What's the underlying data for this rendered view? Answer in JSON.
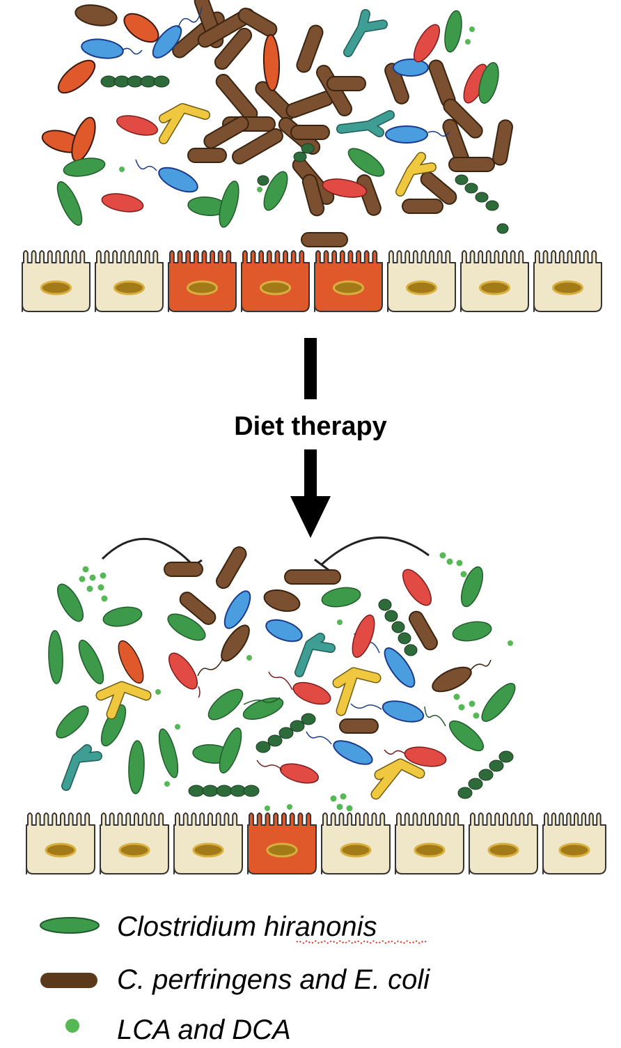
{
  "step_label": "Diet therapy",
  "legend": [
    {
      "icon": "green-ellipse-icon",
      "label": "Clostridium hiranonis",
      "color": "#3d9a4a"
    },
    {
      "icon": "brown-rod-icon",
      "label": "C. perfringens and E. coli",
      "color": "#5a3a1a"
    },
    {
      "icon": "green-dot-icon",
      "label": "LCA and DCA",
      "color": "#55b855"
    }
  ],
  "colors": {
    "cell_fill": "#efe7c8",
    "cell_inflamed": "#e0592a",
    "nucleus": "#c09020",
    "clostridium": "#3d9a4a",
    "rod": "#7a5030",
    "blue_bacterium": "#4a9ee0",
    "red_bacterium": "#e24b43",
    "orange_bacterium": "#e0592a",
    "yellow_bacterium": "#f0c840",
    "teal_bacterium": "#3f9e93",
    "chain_bacterium": "#2e6b3a"
  }
}
